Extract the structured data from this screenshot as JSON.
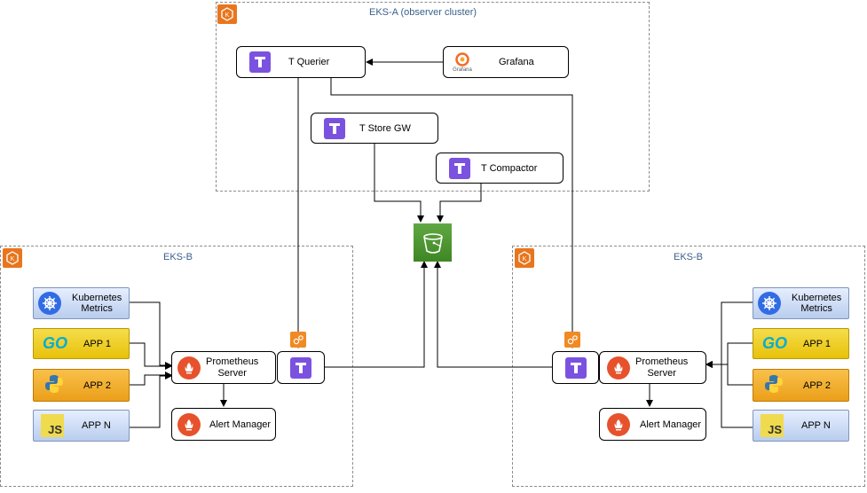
{
  "clusters": {
    "observer": {
      "title": "EKS-A (observer cluster)"
    },
    "left": {
      "title": "EKS-B"
    },
    "right": {
      "title": "EKS-B"
    }
  },
  "nodes": {
    "querier": "T Querier",
    "grafana": "Grafana",
    "grafana_logo_text": "Grafana",
    "store_gw": "T Store GW",
    "compactor": "T Compactor",
    "prometheus_server": "Prometheus\nServer",
    "alert_manager": "Alert Manager"
  },
  "left_apps": {
    "k8s": "Kubernetes\nMetrics",
    "app1": "APP 1",
    "app2": "APP 2",
    "appn": "APP N"
  },
  "right_apps": {
    "k8s": "Kubernetes\nMetrics",
    "app1": "APP 1",
    "app2": "APP 2",
    "appn": "APP N"
  },
  "logos": {
    "go": "GO",
    "js": "JS"
  },
  "colors": {
    "thanos": "#7b52e0",
    "prometheus": "#e6522c",
    "s3": "#3f8624",
    "eks": "#e8761e",
    "k8s": "#326ce5"
  }
}
